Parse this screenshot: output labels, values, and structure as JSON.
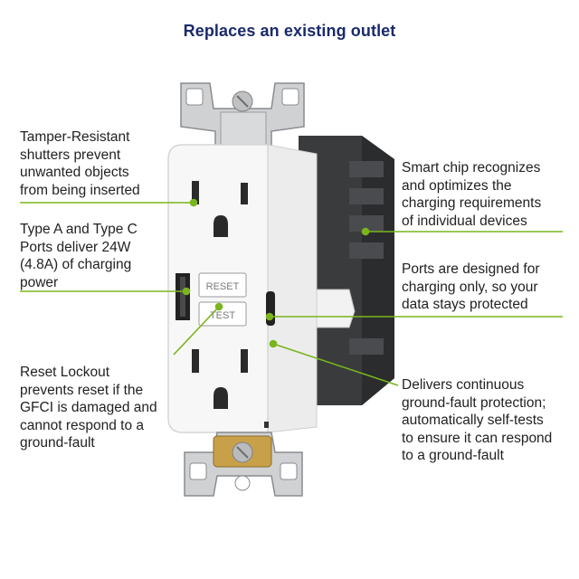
{
  "title": "Replaces an existing outlet",
  "colors": {
    "title": "#1a2a6c",
    "accent": "#7ab51d",
    "text": "#222222"
  },
  "callouts": {
    "tamper_resistant": "Tamper-Resistant\nshutters prevent\nunwanted objects\nfrom being inserted",
    "usb_ports": "Type A and Type C\nPorts deliver 24W\n(4.8A) of charging\npower",
    "reset_lockout": "Reset Lockout\nprevents reset if the\nGFCI is damaged and\ncannot respond to a\nground-fault",
    "smart_chip": "Smart chip recognizes\nand optimizes the\ncharging requirements\nof individual devices",
    "charging_only": "Ports are designed for\ncharging only, so your\ndata stays protected",
    "ground_fault": "Delivers continuous\nground-fault protection;\nautomatically self-tests\nto ensure it can respond\nto a ground-fault"
  },
  "device_labels": {
    "reset": "RESET",
    "test": "TEST"
  }
}
